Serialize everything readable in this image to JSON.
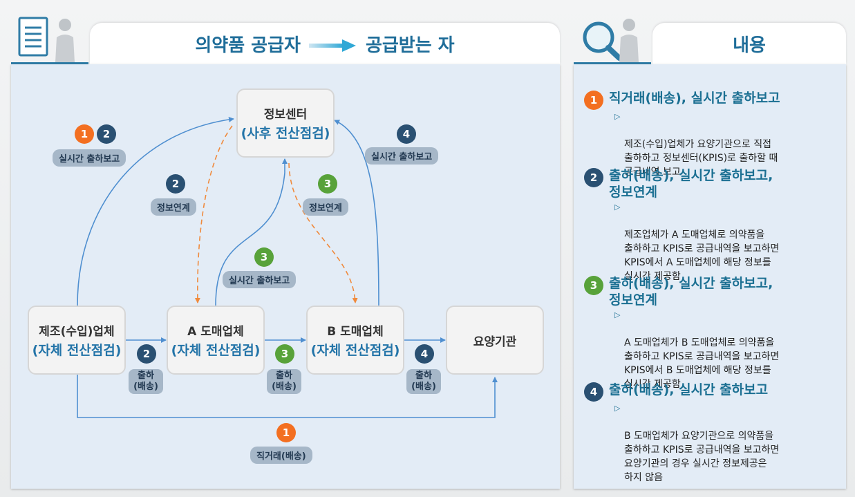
{
  "left_header": {
    "from": "의약품 공급자",
    "to": "공급받는 자"
  },
  "right_header": {
    "title": "내용"
  },
  "nodes": {
    "info_center": {
      "line1": "정보센터",
      "line2": "(사후 전산점검)"
    },
    "manufacturer": {
      "line1": "제조(수입)업체",
      "line2": "(자체 전산점검)"
    },
    "wholesaler_a": {
      "line1": "A 도매업체",
      "line2": "(자체 전산점검)"
    },
    "wholesaler_b": {
      "line1": "B 도매업체",
      "line2": "(자체 전산점검)"
    },
    "care_institution": {
      "line1": "요양기관"
    }
  },
  "labels": {
    "realtime_report": "실시간 출하보고",
    "info_link": "정보연계",
    "direct_trade": "직거래(배송)",
    "ship": "출하",
    "delivery": "(배송)",
    "n1": "1",
    "n2": "2",
    "n3": "3",
    "n4": "4"
  },
  "content": [
    {
      "num": "1",
      "title": "직거래(배송), 실시간 출하보고",
      "desc": "제조(수입)업체가 요양기관으로 직접\n출하하고 정보센터(KPIS)로 출하할 때\n공급내역 보고"
    },
    {
      "num": "2",
      "title": "출하(배송), 실시간 출하보고,\n정보연계",
      "desc": "제조업체가 A 도매업체로 의약품을\n출하하고 KPIS로 공급내역을 보고하면\nKPIS에서 A 도매업체에 해당 정보를\n실시간 제공함"
    },
    {
      "num": "3",
      "title": "출하(배송), 실시간 출하보고,\n정보연계",
      "desc": "A 도매업체가 B 도매업체로 의약품을\n출하하고 KPIS로 공급내역을 보고하면\nKPIS에서 B 도매업체에 해당 정보를\n실시간 제공함"
    },
    {
      "num": "4",
      "title": "출하(배송), 실시간 출하보고",
      "desc": "B 도매업체가 요양기관으로 의약품을\n출하하고 KPIS로 공급내역을 보고하면\n요양기관의 경우 실시간 정보제공은\n하지 않음"
    }
  ],
  "icons": {
    "document": "document-person-icon",
    "search": "magnifier-person-icon",
    "marker": "triangle-marker-icon"
  },
  "colors": {
    "orange": "#f36f21",
    "navy": "#2a5072",
    "green": "#58a23a",
    "blue_line": "#4f8fd0",
    "dash": "#f08a3c"
  }
}
